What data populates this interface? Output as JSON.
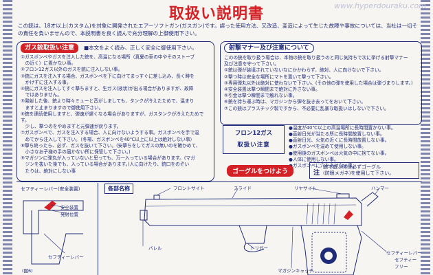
{
  "title": "取扱い説明書",
  "watermark": "www.hyperdouraku.com",
  "intro": "この銃は、18才以上(カスタム)を対象に開発されたエアーソフトガン(ガスガン)です。誤った使用方法、又改造、変造によって生じた故障や事故については、当社は一切その責任を負いませんので、本説明書を良く読んで充分理解の上御使用下さい。",
  "gas_section": {
    "tag": "ガス銃取扱い注意",
    "subtitle": "■本文をよく読み、正しく安全に御使用下さい。",
    "items": [
      "①ガスボンベやガスを注入した銃を、高温になる場所（真夏の車の中やそのストーブ",
      "　の近く）に置かない事。",
      "②フロン12ガス以外のガスを銃に注入しない事。",
      "③銃にガスを注入する場合、ガスボンベを下に向けてまっすぐに差し込み、長く時を",
      "　かけずに注入する事。",
      "④銃にガスを注入してすぐ撃ちますと、生ガス(液状)が出る場合がありますが、故障",
      "　ではありません。",
      "⑤発射した後、銃より時々ミューと音がしましても、タンクが冷えたためで、温まり",
      "　ますと止まりますので御使用下さい。",
      "⑥銃を連続使用しますと、弾速が遅くなる場合がありますが、ガスタンクが冷えたためです。",
      "　少し、撃つのをやめますと元弾速が戻ります。",
      "⑦ガスボンベで、ガスを注入する場合、人に向けないようする事。ガスボンベを手で温",
      "　めてから注入して下さい。（冬場、ガスボンベを40℃以上に以上は絶対しない事）",
      "⑧撃ち終ったら、必ず、ガスを抜いて下さい。(安撃ちをしてガスの無いのを確かめて、",
      "　小さなお子様の手の届かない所に保管して下さい。)",
      "⑨マガジンに弾丸が入っていないと思っても、万一入っている場合があります。(マガ",
      "　ジンを抜いた後でも、入っている場合があります。)人に向けたり、銃口をのぞい",
      "　たりは、絶対にしない事"
    ]
  },
  "shooting_section": {
    "tag": "射撃マナー及び注意について",
    "items": [
      "このの銃を取り扱う場合は、本物の銃を取り扱うのと同じ気持ちで次に挙げる射撃マナー",
      "及び注意を守って下さい。",
      "①銃は弾が装填されていないなにかかわらず、絶対、人に向けないで下さい。",
      "②撃つ時は安全な場所にマトを置いて撃って下さい。",
      "③専用弾丸以外は絶対に使わないで下さい。(その他の弾を使用した場合は弾づまりします。)",
      "④安全装置は撃つ瞬間まで絶対に外さない事。",
      "⑤引金は撃つ瞬間まで触れない事。",
      "⑥銃を持ち運ぶ時は、マガジンから弾を抜き去ってをおいて下さい。",
      "⑦この銃はプラスチック製ですから、不必要に乱暴な取扱いはしないで下さい。"
    ]
  },
  "freon_box": {
    "title": "フロン12ガス",
    "subtitle": "取扱い注意",
    "items": [
      "●直射日光が当たる所に長時間放置しない事。",
      "●直射日光、火気の近くに長時間放置しない事。",
      "●ガスボンベを温めて使用しない事。",
      "●使用後のガスボンベは火気の中に捨てない事。",
      "●人体に使用しない事。",
      "●ガスボンベに穴をあけない事。"
    ],
    "extra": "●温度が40℃以上の高温場所に長時間置かない事。"
  },
  "goggle": {
    "tag": "ゴーグルをつけよう",
    "mark": "注",
    "line1": "銃で遊ぶ時は必ずゴーグル",
    "line2": "(防眼メガネ)を使用して下さい。"
  },
  "safety_panel": {
    "heading": "セフティーレバー(安全装置)",
    "label_safe": "安全装置",
    "label_fire": "発射位置",
    "label_lever": "セフティーレバー",
    "figure": "(図6)"
  },
  "parts": {
    "heading": "各部名称",
    "front_sight": "フロントサイト",
    "slide": "スライド",
    "rear_sight": "リヤサイト",
    "hammer": "ハンマー",
    "barrel": "バレル",
    "trigger": "トリガー",
    "magazine_catch": "マガジンキャッチ",
    "safety_lever": "セフティーレバー",
    "safety_on": "セフティー",
    "free": "フリー"
  },
  "colors": {
    "ink": "#1f2a78",
    "accent_red": "#d32126",
    "paper": "#f7f5f1"
  }
}
